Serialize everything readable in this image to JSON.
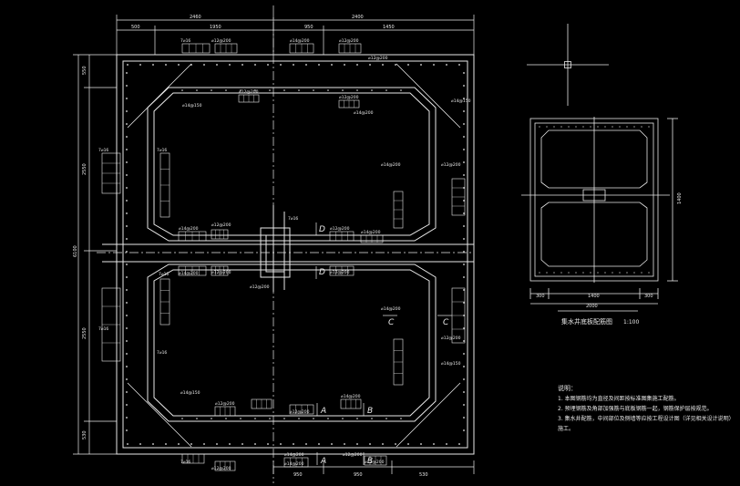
{
  "main_plan": {
    "dims_top_overall": [
      "2460",
      "2400"
    ],
    "dims_top_segments": [
      "500",
      "1950",
      "950",
      "1450"
    ],
    "dims_bottom_segments": [
      "950",
      "950",
      "530"
    ],
    "dims_left": [
      "550",
      "2550",
      "2550",
      "530"
    ],
    "dim_left_overall": "6100",
    "rebar_labels": {
      "top1": "7⌀16",
      "top2": "⌀12@200",
      "top3": "⌀14@200",
      "right1": "⌀14@150",
      "right2": "⌀14@200",
      "center1": "⌀12@200",
      "center2": "⌀14@200",
      "left1": "7⌀16",
      "left2": "⌀12@200",
      "bottom1": "⌀12@200",
      "bottom2": "⌀14@200"
    },
    "section_letters": [
      "A",
      "A",
      "B",
      "B",
      "C",
      "C",
      "D",
      "D"
    ]
  },
  "small_plan": {
    "dims_bottom": [
      "300",
      "1400",
      "300"
    ],
    "dim_overall": "2000",
    "dim_right": "1400",
    "title": "集水井底板配筋图",
    "scale": "1:100"
  },
  "notes": {
    "heading": "说明：",
    "items": [
      "1. 本图钢筋均为直径及间距按标准图集施工配筋。",
      "2. 预埋钢筋及角部加强筋与底板钢筋一起，钢筋保护层按规范。",
      "3. 集水井配筋，中间部位及侧墙等应按工程设计图（详见相关设计说明）施工。"
    ]
  }
}
